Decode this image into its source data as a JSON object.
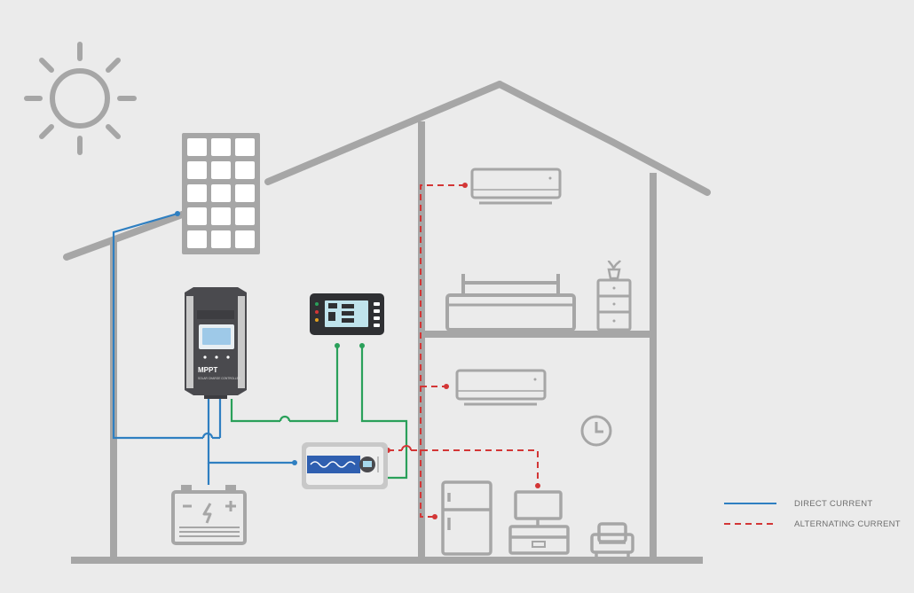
{
  "diagram": {
    "legend": {
      "direct_current": "DIRECT CURRENT",
      "alternating_current": "ALTERNATING CURRENT"
    },
    "controller": {
      "model_label": "MPPT",
      "subtitle": "SOLAR CHARGE CONTROLLER"
    },
    "colors": {
      "background": "#ebebeb",
      "structure": "#a6a6a6",
      "dc_line": "#2f7fc1",
      "ac_line": "#d33636",
      "signal_line": "#2aa05a",
      "device_dark": "#4a4a4e"
    },
    "icons": [
      "sun-icon",
      "solar-panel-icon",
      "battery-icon",
      "inverter-icon",
      "remote-meter-icon",
      "air-conditioner-icon",
      "bed-icon",
      "nightstand-icon",
      "plant-icon",
      "clock-icon",
      "refrigerator-icon",
      "tv-icon",
      "armchair-icon"
    ]
  }
}
